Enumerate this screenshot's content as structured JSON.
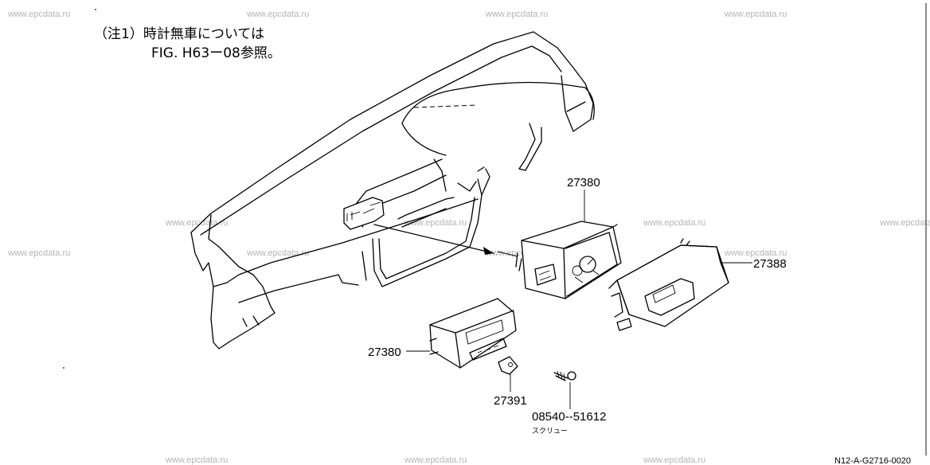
{
  "note": {
    "line1": "（注1）時計無車については",
    "line2": "FIG. H63ー08参照。"
  },
  "watermark": "www.epcdata.ru",
  "parts": {
    "clock_assembly": "27380",
    "clock_assembly_lower": "27380",
    "finisher": "27388",
    "bracket": "27391",
    "screw_number": "08540--51612",
    "screw_name": "スクリュー"
  },
  "figure_code": "N12-A-G2716-0020"
}
